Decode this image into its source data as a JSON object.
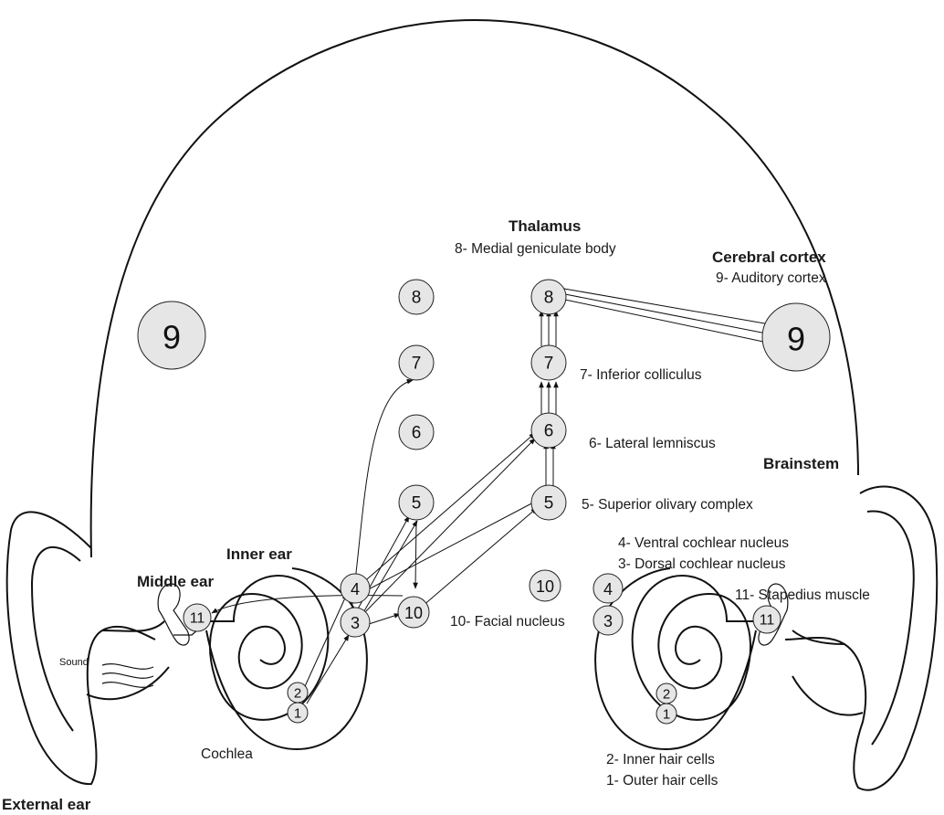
{
  "headers": {
    "thalamus": "Thalamus",
    "cerebral_cortex": "Cerebral cortex",
    "brainstem": "Brainstem",
    "inner_ear": "Inner ear",
    "middle_ear": "Middle ear",
    "external_ear": "External ear"
  },
  "labels": {
    "n8": "8- Medial geniculate body",
    "n9": "9- Auditory cortex",
    "n7": "7- Inferior colliculus",
    "n6": "6- Lateral lemniscus",
    "n5": "5- Superior olivary complex",
    "n4": "4- Ventral cochlear nucleus",
    "n3": "3- Dorsal cochlear nucleus",
    "n11": "11- Stapedius muscle",
    "n10": "10- Facial nucleus",
    "n2": "2- Inner hair cells",
    "n1": "1- Outer hair cells",
    "cochlea": "Cochlea",
    "sound": "Sound"
  },
  "nodes": {
    "left_9": "9",
    "left_8": "8",
    "left_7": "7",
    "left_6": "6",
    "left_5": "5",
    "left_10": "10",
    "left_4": "4",
    "left_3": "3",
    "left_2": "2",
    "left_1": "1",
    "left_11": "11",
    "right_8": "8",
    "right_7": "7",
    "right_6": "6",
    "right_5": "5",
    "right_9": "9",
    "right_10": "10",
    "right_4": "4",
    "right_3": "3",
    "right_2": "2",
    "right_1": "1",
    "right_11": "11"
  }
}
